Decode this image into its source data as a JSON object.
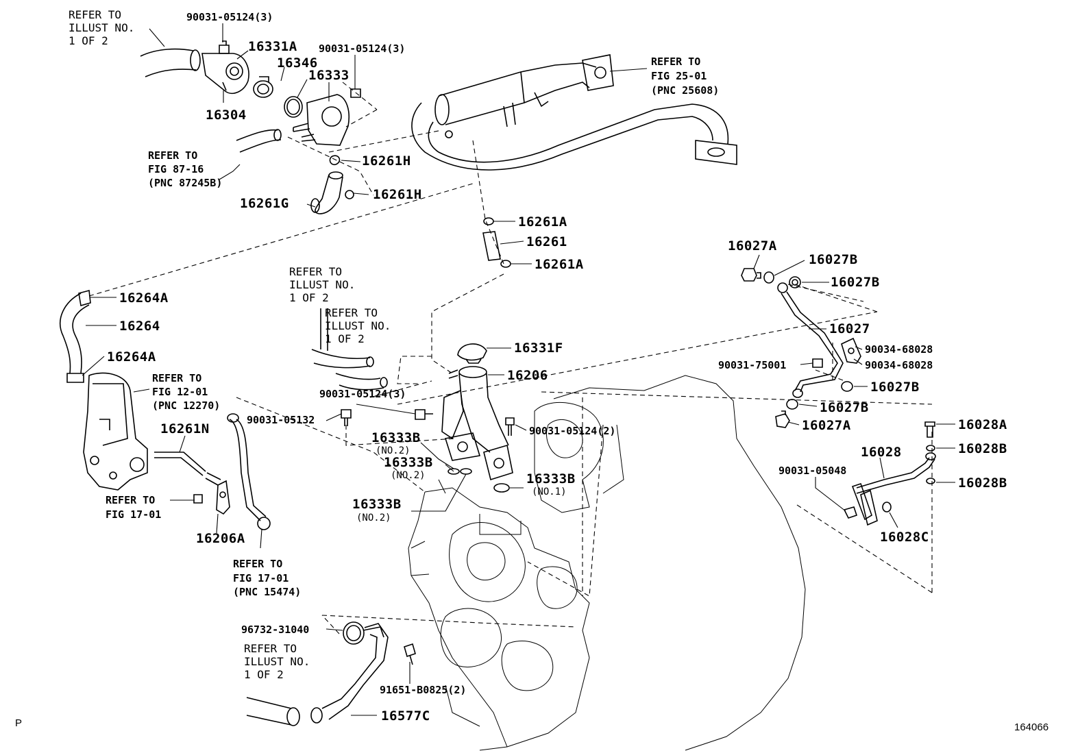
{
  "diagram": {
    "references": {
      "top_left": [
        "REFER TO",
        "ILLUST NO.",
        "1 OF 2"
      ],
      "fig_87_16": [
        "REFER TO",
        "FIG 87-16",
        "(PNC 87245B)"
      ],
      "fig_25_01": [
        "REFER TO",
        "FIG 25-01",
        "(PNC 25608)"
      ],
      "mid_illust_a": [
        "REFER TO",
        "ILLUST NO.",
        "1 OF 2"
      ],
      "mid_illust_b": [
        "REFER TO",
        "ILLUST NO.",
        "1 OF 2"
      ],
      "fig_12_01": [
        "REFER TO",
        "FIG 12-01",
        "(PNC 12270)"
      ],
      "fig_17_01_left": [
        "REFER TO",
        "FIG 17-01"
      ],
      "fig_17_01_pnc": [
        "REFER TO",
        "FIG 17-01",
        "(PNC 15474)"
      ],
      "bottom_illust": [
        "REFER TO",
        "ILLUST NO.",
        "1 OF 2"
      ]
    },
    "parts": {
      "p_90031_05124_3_a": "90031-05124(3)",
      "p_16331A": "16331A",
      "p_16346": "16346",
      "p_16333": "16333",
      "p_90031_05124_3_b": "90031-05124(3)",
      "p_16304": "16304",
      "p_16261H_a": "16261H",
      "p_16261H_b": "16261H",
      "p_16261G": "16261G",
      "p_16261A_a": "16261A",
      "p_16261": "16261",
      "p_16261A_b": "16261A",
      "p_16264A_a": "16264A",
      "p_16264": "16264",
      "p_16264A_b": "16264A",
      "p_16331F": "16331F",
      "p_16206": "16206",
      "p_90031_05124_3_c": "90031-05124(3)",
      "p_90031_05132": "90031-05132",
      "p_90031_05124_2": "90031-05124(2)",
      "p_16333B_a": "16333B",
      "p_16333B_a_note": "(NO.2)",
      "p_16333B_b": "16333B",
      "p_16333B_b_note": "(NO.2)",
      "p_16333B_c": "16333B",
      "p_16333B_c_note": "(NO.1)",
      "p_16333B_d": "16333B",
      "p_16333B_d_note": "(NO.2)",
      "p_16261N": "16261N",
      "p_16206A": "16206A",
      "p_16027A_a": "16027A",
      "p_16027B_a": "16027B",
      "p_16027B_b": "16027B",
      "p_16027": "16027",
      "p_90034_68028_a": "90034-68028",
      "p_90034_68028_b": "90034-68028",
      "p_90031_75001": "90031-75001",
      "p_16027B_c": "16027B",
      "p_16027B_d": "16027B",
      "p_16027A_b": "16027A",
      "p_16028A": "16028A",
      "p_16028": "16028",
      "p_16028B_a": "16028B",
      "p_90031_05048": "90031-05048",
      "p_16028B_b": "16028B",
      "p_16028C": "16028C",
      "p_96732_31040": "96732-31040",
      "p_91651_B0825_2": "91651-B0825(2)",
      "p_16577C": "16577C"
    },
    "corner_left": "P",
    "figure_number": "164066"
  }
}
